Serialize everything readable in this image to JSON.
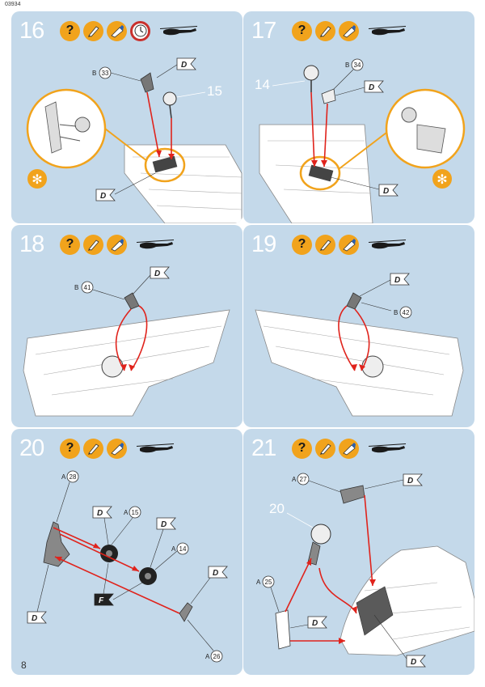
{
  "header": {
    "kit_code": "03934"
  },
  "footer": {
    "page_number": "8"
  },
  "icons": {
    "question": "?",
    "brush": "brush-icon",
    "glue": "glue-tube-icon",
    "clock": "clock-icon",
    "helicopter": "helicopter-silhouette-icon"
  },
  "colors": {
    "panel": "#c4d9ea",
    "icon_orange": "#f1a31c",
    "arrow_red": "#e0231c",
    "clock_red": "#c9312d"
  },
  "steps": [
    {
      "number": "16",
      "parts": {
        "p1": "B",
        "p1n": "33",
        "p2": "15"
      },
      "flags": [
        "D",
        "D"
      ],
      "note_symbol": "✻"
    },
    {
      "number": "17",
      "parts": {
        "p1": "14",
        "p2": "B",
        "p2n": "34"
      },
      "flags": [
        "D",
        "D"
      ],
      "note_symbol": "✻"
    },
    {
      "number": "18",
      "parts": {
        "p1": "B",
        "p1n": "41"
      },
      "flags": [
        "D"
      ]
    },
    {
      "number": "19",
      "parts": {
        "p1": "B",
        "p1n": "42"
      },
      "flags": [
        "D"
      ]
    },
    {
      "number": "20",
      "parts": {
        "a": "A",
        "n28": "28",
        "n15": "15",
        "n14": "14",
        "n26": "26"
      },
      "flags": [
        "D",
        "D",
        "F",
        "D",
        "D"
      ]
    },
    {
      "number": "21",
      "parts": {
        "a": "A",
        "n27": "27",
        "n20": "20",
        "n25": "25"
      },
      "flags": [
        "D",
        "D",
        "D"
      ]
    }
  ]
}
